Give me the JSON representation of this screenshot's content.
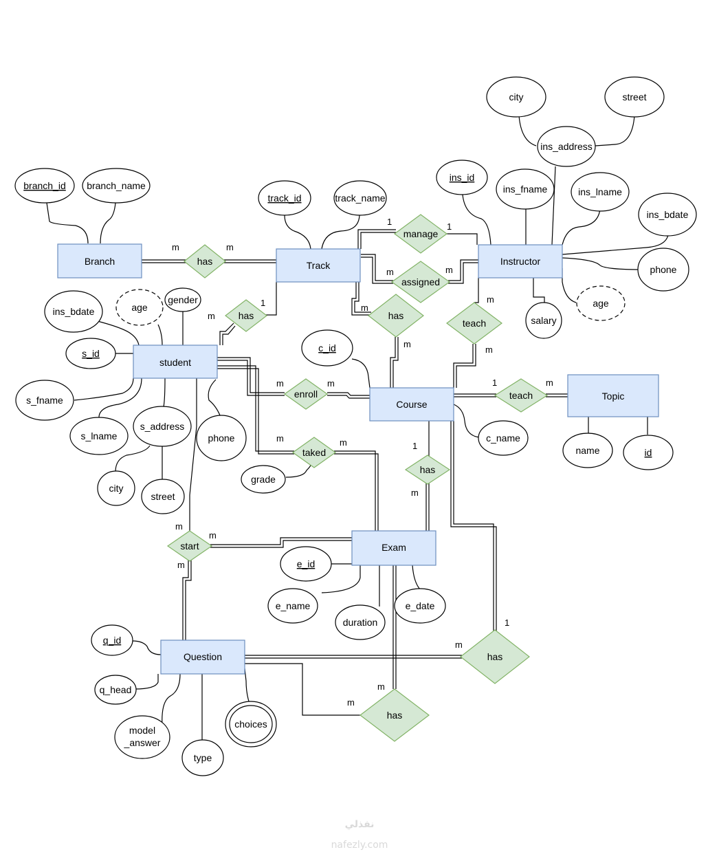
{
  "entities": {
    "branch": "Branch",
    "track": "Track",
    "instructor": "Instructor",
    "student": "student",
    "course": "Course",
    "topic": "Topic",
    "exam": "Exam",
    "question": "Question"
  },
  "relationships": {
    "branch_track": "has",
    "track_instructor_manage": "manage",
    "track_instructor_assigned": "assigned",
    "track_student": "has",
    "track_course": "has",
    "instructor_course": "teach",
    "student_course": "enroll",
    "course_topic": "teach",
    "student_exam": "taked",
    "course_exam": "has",
    "student_question": "start",
    "course_question": "has",
    "exam_question": "has"
  },
  "attributes": {
    "branch_id": "branch_id",
    "branch_name": "branch_name",
    "track_id": "track_id",
    "track_name": "track_name",
    "ins_id": "ins_id",
    "ins_fname": "ins_fname",
    "ins_lname": "ins_lname",
    "ins_address": "ins_address",
    "ins_city": "city",
    "ins_street": "street",
    "ins_bdate": "ins_bdate",
    "ins_phone": "phone",
    "ins_age": "age",
    "ins_salary": "salary",
    "st_bdate": "ins_bdate",
    "st_age": "age",
    "st_gender": "gender",
    "s_id": "s_id",
    "s_fname": "s_fname",
    "s_lname": "s_lname",
    "s_address": "s_address",
    "st_city": "city",
    "st_street": "street",
    "st_phone": "phone",
    "grade": "grade",
    "c_id": "c_id",
    "c_name": "c_name",
    "topic_name": "name",
    "topic_id": "id",
    "e_id": "e_id",
    "e_name": "e_name",
    "duration": "duration",
    "e_date": "e_date",
    "q_id": "q_id",
    "q_head": "q_head",
    "model_answer_1": "model",
    "model_answer_2": "_answer",
    "type": "type",
    "choices": "choices"
  },
  "cardinalities": {
    "branch_has_left": "m",
    "branch_has_right": "m",
    "manage_track": "1",
    "manage_instructor": "1",
    "assigned_track": "m",
    "assigned_instructor": "m",
    "track_has_student_track": "1",
    "track_has_student_student": "m",
    "track_has_course_track": "m",
    "track_has_course_course": "m",
    "teach_instructor": "m",
    "teach_course": "m",
    "enroll_student": "m",
    "enroll_course": "m",
    "topic_teach_course": "1",
    "topic_teach_topic": "m",
    "course_has_exam_course": "1",
    "course_has_exam_exam": "m",
    "taked_student": "m",
    "taked_exam": "m",
    "start_student": "m",
    "start_exam": "m",
    "start_question": "m",
    "cq_has_course": "1",
    "cq_has_question": "m",
    "eq_has_exam": "m",
    "eq_has_question": "m"
  },
  "watermark": {
    "logo": "نفذلي",
    "url": "nafezly.com"
  }
}
